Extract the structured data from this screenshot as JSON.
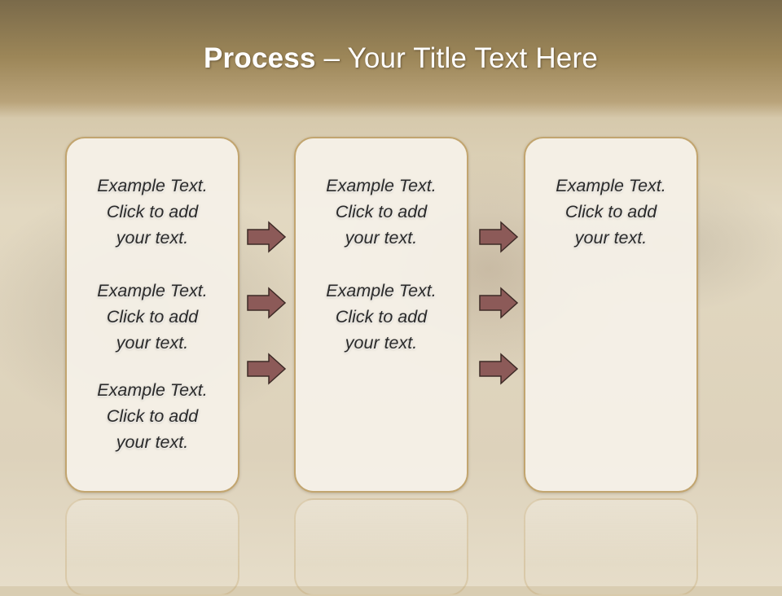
{
  "title": {
    "bold": "Process",
    "rest": " – Your Title Text Here"
  },
  "columns": [
    {
      "items": [
        "Example Text.\nClick  to add\nyour text.",
        "Example Text.\nClick  to add\nyour text.",
        "Example Text.\nClick  to add\nyour text."
      ]
    },
    {
      "items": [
        "Example Text.\nClick  to add\nyour text.",
        "Example Text.\nClick  to add\nyour text."
      ]
    },
    {
      "items": [
        "Example Text.\nClick  to add\nyour text."
      ]
    }
  ],
  "colors": {
    "panel_border": "#c2a56f",
    "arrow_fill": "#8c5a58",
    "title_text": "#ffffff"
  }
}
